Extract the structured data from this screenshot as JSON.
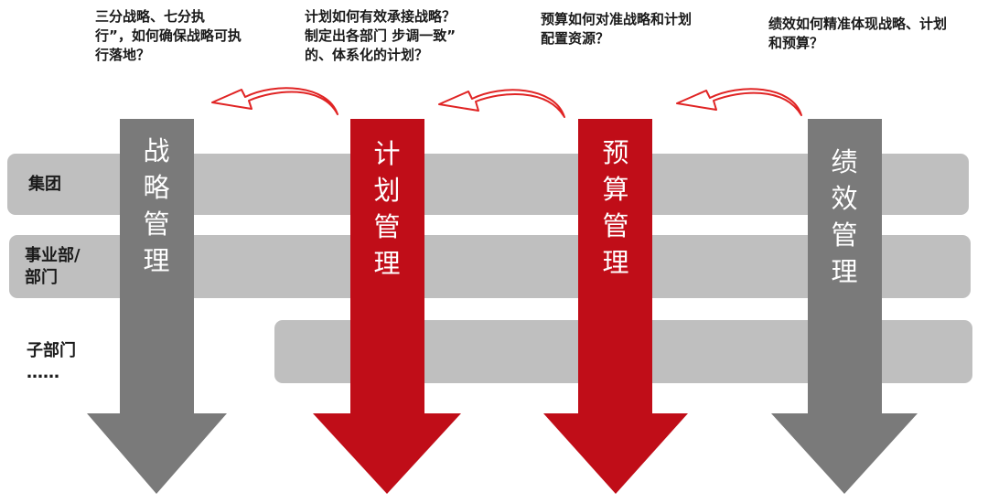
{
  "colors": {
    "band": "#bfbfbf",
    "gray_arrow": "#7a7a7a",
    "red_arrow": "#c00d18",
    "curve_outline": "#e02424"
  },
  "questions": [
    "三分战略、七分执\n行”，如何确保战略可执\n行落地？",
    "计划如何有效承接战略？\n制定出各部门 步调一致”\n的、体系化的计划？",
    "预算如何对准战略和计划\n配置资源？",
    "绩效如何精准体现战略、计划\n和预算？"
  ],
  "levels": [
    "集团",
    "事业部/\n部门",
    "子部门\n……"
  ],
  "arrows": [
    "战略管理",
    "计划管理",
    "预算管理",
    "绩效管理"
  ]
}
